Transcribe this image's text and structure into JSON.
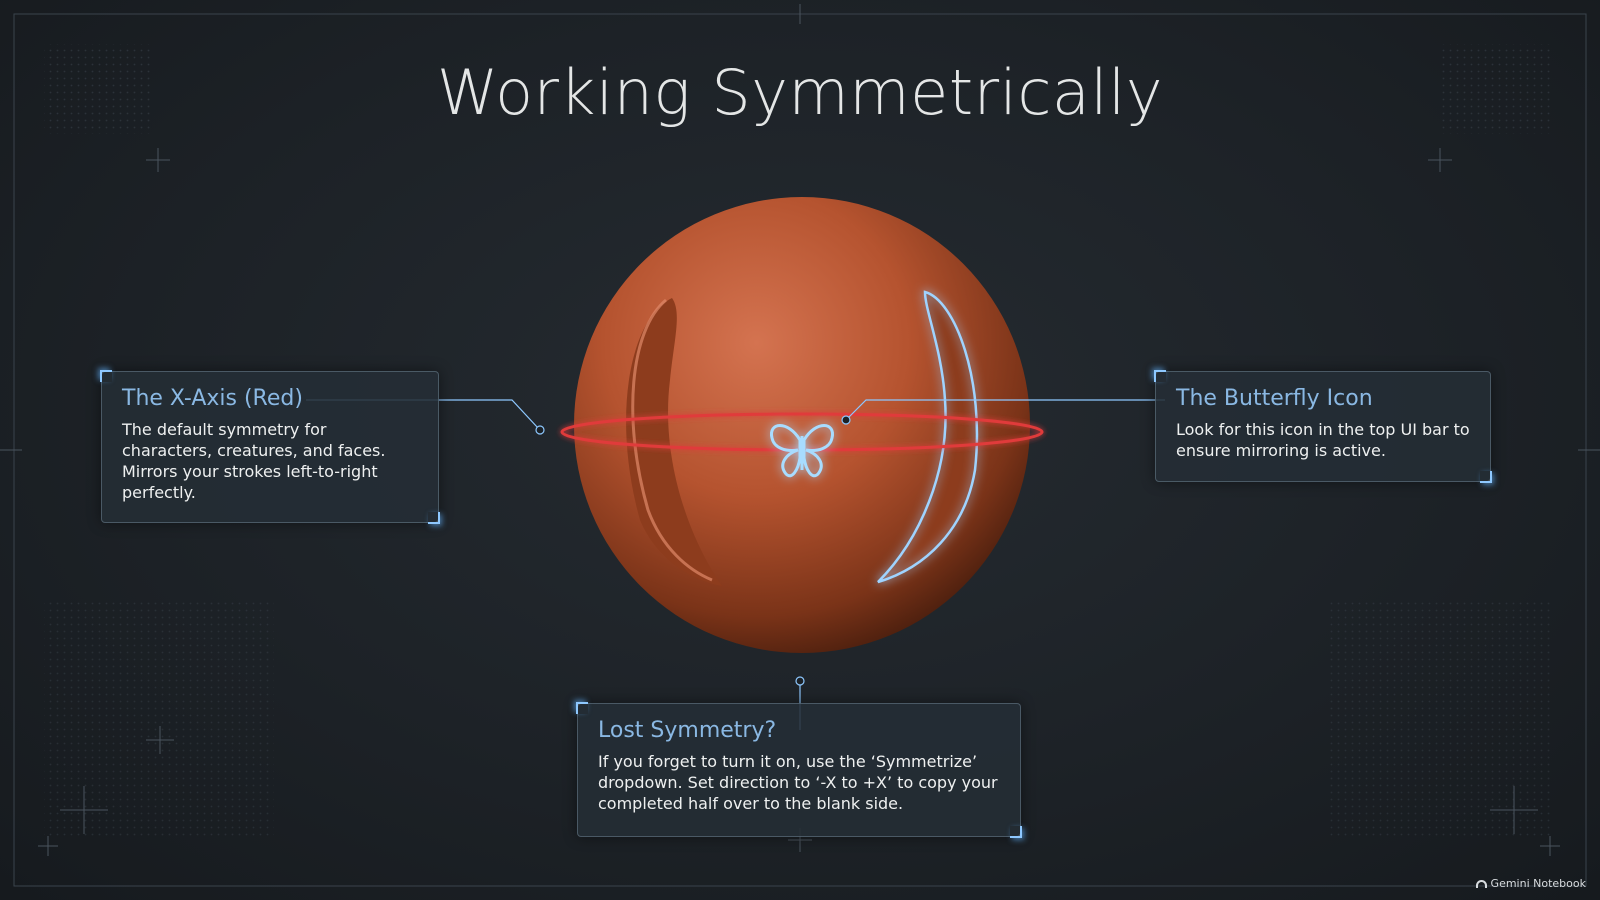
{
  "title": "Working Symmetrically",
  "callouts": {
    "x_axis": {
      "heading": "The X-Axis (Red)",
      "body": "The default symmetry for characters, creatures, and faces. Mirrors your strokes left-to-right perfectly."
    },
    "butterfly": {
      "heading": "The Butterfly Icon",
      "body": "Look for this icon in the top UI bar to ensure mirroring is active."
    },
    "lost_symmetry": {
      "heading": "Lost Symmetry?",
      "body": "If you forget to turn it on, use the ‘Symmetrize’ dropdown. Set direction to ‘-X to +X’ to copy your completed half over to the blank side."
    }
  },
  "branding": {
    "label": "Gemini Notebook"
  },
  "icons": {
    "center": "butterfly-icon",
    "branding": "gemini-notebook-icon"
  },
  "colors": {
    "background": "#1c2126",
    "sphere": "#b5532f",
    "x_axis": "#e03a3a",
    "y_axis": "#3d8fe0",
    "z_axis": "#5fd35a",
    "accent": "#8ec8ff",
    "heading": "#8ab8e3"
  }
}
